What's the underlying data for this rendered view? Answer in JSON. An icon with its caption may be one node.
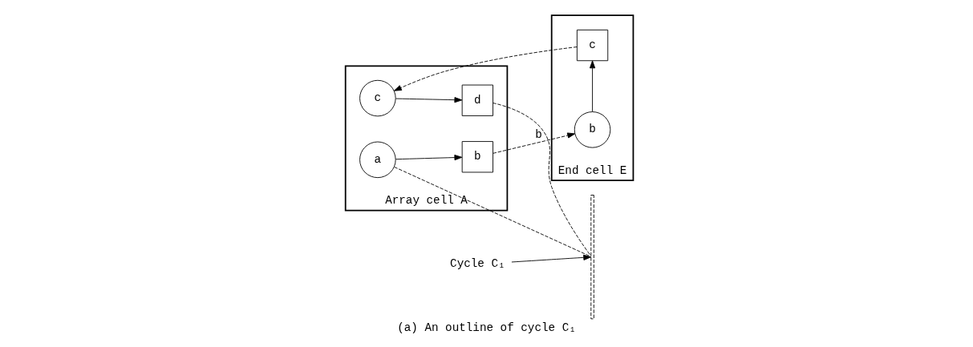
{
  "diagram": {
    "caption": "(a) An outline of cycle C₁",
    "nodes": [
      {
        "text": [
          "End cell E"
        ]
      },
      {
        "text": [
          "b"
        ],
        "in": 0
      },
      {
        "text": [
          "c"
        ],
        "in": 0
      },
      {
        "text": [
          "Array cell A"
        ]
      },
      {
        "text": [
          "b"
        ],
        "in": 3
      },
      {
        "text": [
          "a"
        ],
        "in": 3
      },
      {
        "text": [
          "c"
        ],
        "in": 3
      },
      {
        "text": [
          "d"
        ],
        "in": 3
      },
      {
        "text": [],
        "shape": "bar"
      },
      {
        "text": [
          "Cycle C₁"
        ]
      }
    ],
    "edges": [
      {
        "from": 4,
        "to": 1,
        "arrow": "to",
        "style": "dashed",
        "label": "b"
      },
      {
        "from": 5,
        "to": 4,
        "arrow": "to"
      },
      {
        "from": 1,
        "to": 2,
        "arrow": "to"
      },
      {
        "from": 2,
        "to": 6,
        "arrow": "to",
        "style": "dashed"
      },
      {
        "from": 6,
        "to": 7,
        "arrow": "to"
      },
      {
        "from": 5,
        "to": 8,
        "arrow": "none",
        "style": "dashed"
      },
      {
        "from": 7,
        "to": 8,
        "arrow": "none",
        "style": "dashed"
      },
      {
        "from": 9,
        "to": 8,
        "arrow": "to"
      }
    ]
  }
}
